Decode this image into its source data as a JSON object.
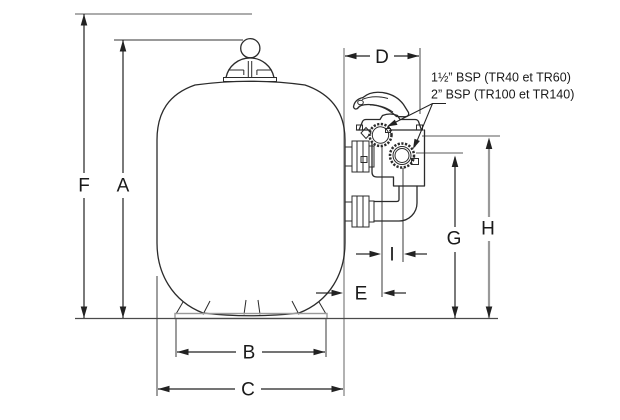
{
  "diagram": {
    "kind": "sand-filter dimensional drawing",
    "dimension_labels": {
      "A": "A",
      "B": "B",
      "C": "C",
      "D": "D",
      "E": "E",
      "F": "F",
      "G": "G",
      "H": "H",
      "I": "I"
    },
    "annotations": {
      "line1": "1½” BSP (TR40 et TR60)",
      "line2": "2” BSP (TR100 et TR140)"
    },
    "colors": {
      "background": "#ffffff",
      "line": "#2b2b2b",
      "extension_line": "#999999",
      "dimension_line": "#222222",
      "text": "#1a1a1a"
    }
  }
}
